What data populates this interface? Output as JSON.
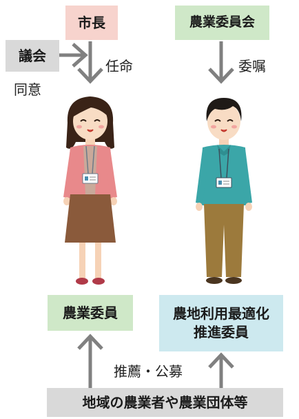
{
  "colors": {
    "mayor_bg": "#f7d3cd",
    "committee_bg": "#cfe8c8",
    "assembly_bg": "#d9d9d9",
    "member_bg": "#cfe8c8",
    "promoter_bg": "#cde9ef",
    "bottom_bg": "#d9d9d9",
    "arrow": "#808080"
  },
  "top": {
    "mayor": "市長",
    "committee": "農業委員会"
  },
  "left_side": {
    "assembly": "議会",
    "consent": "同意",
    "appoint": "任命"
  },
  "right_side": {
    "commission": "委嘱"
  },
  "bottom": {
    "member": "農業委員",
    "promoter_line1": "農地利用最適化",
    "promoter_line2": "推進委員",
    "recommend": "推薦・公募",
    "source": "地域の農業者や農業団体等"
  },
  "illustrations": {
    "left": "woman-with-name-badge",
    "right": "man-with-name-badge"
  }
}
